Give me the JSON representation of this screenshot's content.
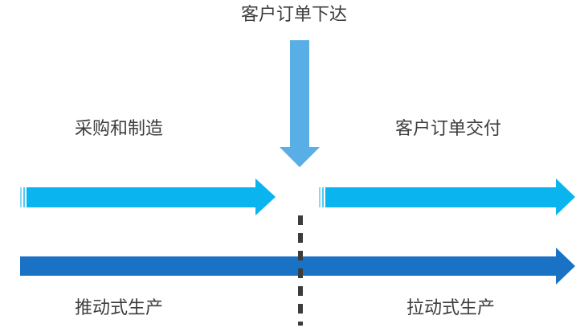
{
  "labels": {
    "order_issued": "客户订单下达",
    "procure_manufacture": "采购和制造",
    "order_delivery": "客户订单交付",
    "push_production": "推动式生产",
    "pull_production": "拉动式生产"
  },
  "colors": {
    "down_arrow": "#5aaee6",
    "light_arrow": "#09b4ef",
    "dark_arrow": "#1a72c4",
    "divider": "#3c3c3c",
    "text": "#3d3d3d"
  }
}
